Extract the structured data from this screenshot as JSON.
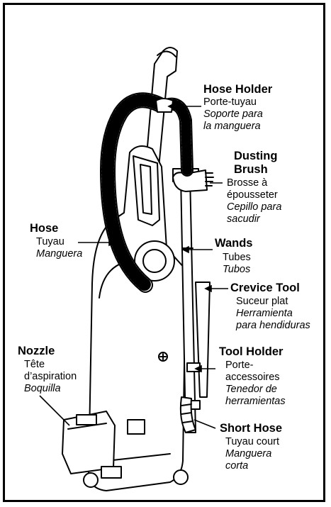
{
  "labels": {
    "hose_holder": {
      "title": "Hose Holder",
      "fr": "Porte-tuyau",
      "es_1": "Soporte para",
      "es_2": "la manguera"
    },
    "dusting_brush": {
      "title_1": "Dusting",
      "title_2": "Brush",
      "fr_1": "Brosse à",
      "fr_2": "épousseter",
      "es_1": "Cepillo para",
      "es_2": "sacudir"
    },
    "hose": {
      "title": "Hose",
      "fr": "Tuyau",
      "es": "Manguera"
    },
    "wands": {
      "title": "Wands",
      "fr": "Tubes",
      "es": "Tubos"
    },
    "crevice_tool": {
      "title": "Crevice Tool",
      "fr": "Suceur plat",
      "es_1": "Herramienta",
      "es_2": "para hendiduras"
    },
    "nozzle": {
      "title": "Nozzle",
      "fr_1": "Tête",
      "fr_2": "d’aspiration",
      "es": "Boquilla"
    },
    "tool_holder": {
      "title": "Tool Holder",
      "fr_1": "Porte-",
      "fr_2": "accessoires",
      "es_1": "Tenedor de",
      "es_2": "herramientas"
    },
    "short_hose": {
      "title": "Short Hose",
      "fr": "Tuyau court",
      "es_1": "Manguera",
      "es_2": "corta"
    }
  }
}
